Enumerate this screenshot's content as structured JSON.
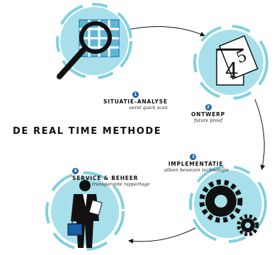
{
  "title": "DE REAL TIME METHODE",
  "colors": {
    "ring": "#7fd0e0",
    "ring_dark": "#3aaac4",
    "badge": "#1b5fa6",
    "ink": "#111111"
  },
  "steps": [
    {
      "number": "1",
      "name": "SITUATIE-ANALYSE",
      "subtitle": "eerst quick scan",
      "icon": "magnifier-icon"
    },
    {
      "number": "2",
      "name": "ONTWERP",
      "subtitle": "future proof",
      "icon": "calendar-pages-icon"
    },
    {
      "number": "3",
      "name": "IMPLEMENTATIE",
      "subtitle": "alleen bewezen technologie",
      "icon": "gears-icon"
    },
    {
      "number": "4",
      "name": "SERVICE & BEHEER",
      "subtitle": "transparante rapportage",
      "icon": "businessman-icon"
    }
  ]
}
